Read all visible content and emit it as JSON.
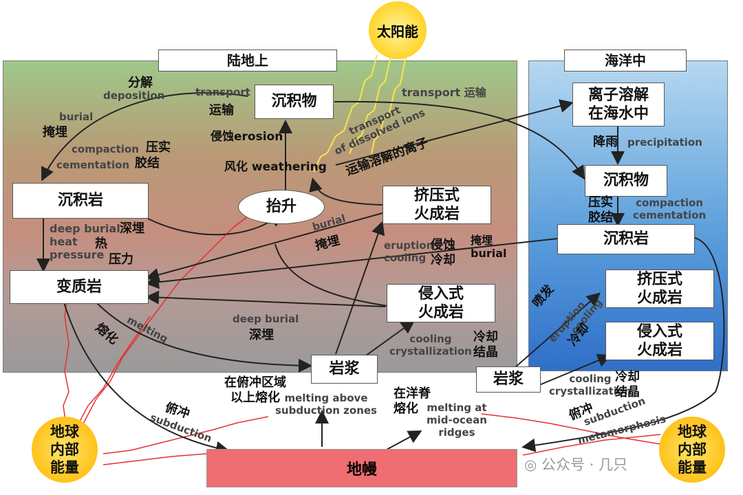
{
  "sun": "太阳能",
  "land_title": "陆地上",
  "ocean_title": "海洋中",
  "boxes": {
    "sediment_land": "沉积物",
    "sed_rock_land": "沉积岩",
    "uplift": "抬升",
    "extrusive_land": "挤压式\n火成岩",
    "metamorphic": "变质岩",
    "intrusive_land": "侵入式\n火成岩",
    "magma_land": "岩浆",
    "dissolved_ions": "离子溶解\n在海水中",
    "sediment_ocean": "沉积物",
    "sed_rock_ocean": "沉积岩",
    "extrusive_ocean": "挤压式\n火成岩",
    "intrusive_ocean": "侵入式\n火成岩",
    "magma_ocean": "岩浆",
    "mantle": "地幔"
  },
  "energy_left": "地球\n内部\n能量",
  "energy_right": "地球\n内部\n能量",
  "labels": {
    "fenjie": "分解",
    "deposition": "deposition",
    "transport1": "transport",
    "yunshu1": "运输",
    "transport2": "transport 运输",
    "burial1": "burial",
    "maimai1": "掩埋",
    "compaction1": "compaction",
    "yashi1": "压实",
    "cementation1": "cementation",
    "jiaojie1": "胶结",
    "qinshi_erosion": "侵蚀erosion",
    "fenghua_weathering": "风化 weathering",
    "transport_ions": "transport\nof dissolved ions",
    "transport_ions_zh": "运输溶解的离子",
    "deep_burial_en": "deep burial\nheat\npressure",
    "shenmai": "深埋",
    "re": "热",
    "yali": "压力",
    "burial2": "burial",
    "maimai2": "掩埋",
    "eruption_cooling": "eruption\ncooling",
    "qinshi_lengque": "侵蚀\n冷却",
    "maimai_burial": "掩埋\nburial",
    "melting": "melting",
    "ronghua": "熔化",
    "deep_burial2": "deep burial",
    "shenmai2": "深埋",
    "cooling_cryst1": "cooling\ncrystallization",
    "lengque_jiejing1": "冷却\n结晶",
    "melt_above_zh": "在俯冲区域\n以上熔化",
    "melt_above_en": "melting above\nsubduction zones",
    "subduction1_zh": "俯冲",
    "subduction1_en": "subduction",
    "ridge_zh": "在洋脊\n熔化",
    "ridge_en": "melting at\nmid-ocean\nridges",
    "jiangyu": "降雨",
    "precipitation": "precipitation",
    "yashi_jiaojie": "压实\n胶结",
    "compaction2": "compaction\ncementation",
    "penfa": "喷发",
    "eruption2": "eruption",
    "cooling2": "cooling",
    "lengque2": "冷却",
    "cooling_cryst2": "cooling\ncrystallization",
    "lengque_jiejing2": "冷却\n结晶",
    "fuchong2": "俯冲",
    "subduction2": "subduction",
    "metamorphosis": "metamorphosis"
  },
  "watermark": "公众号 · 几只"
}
